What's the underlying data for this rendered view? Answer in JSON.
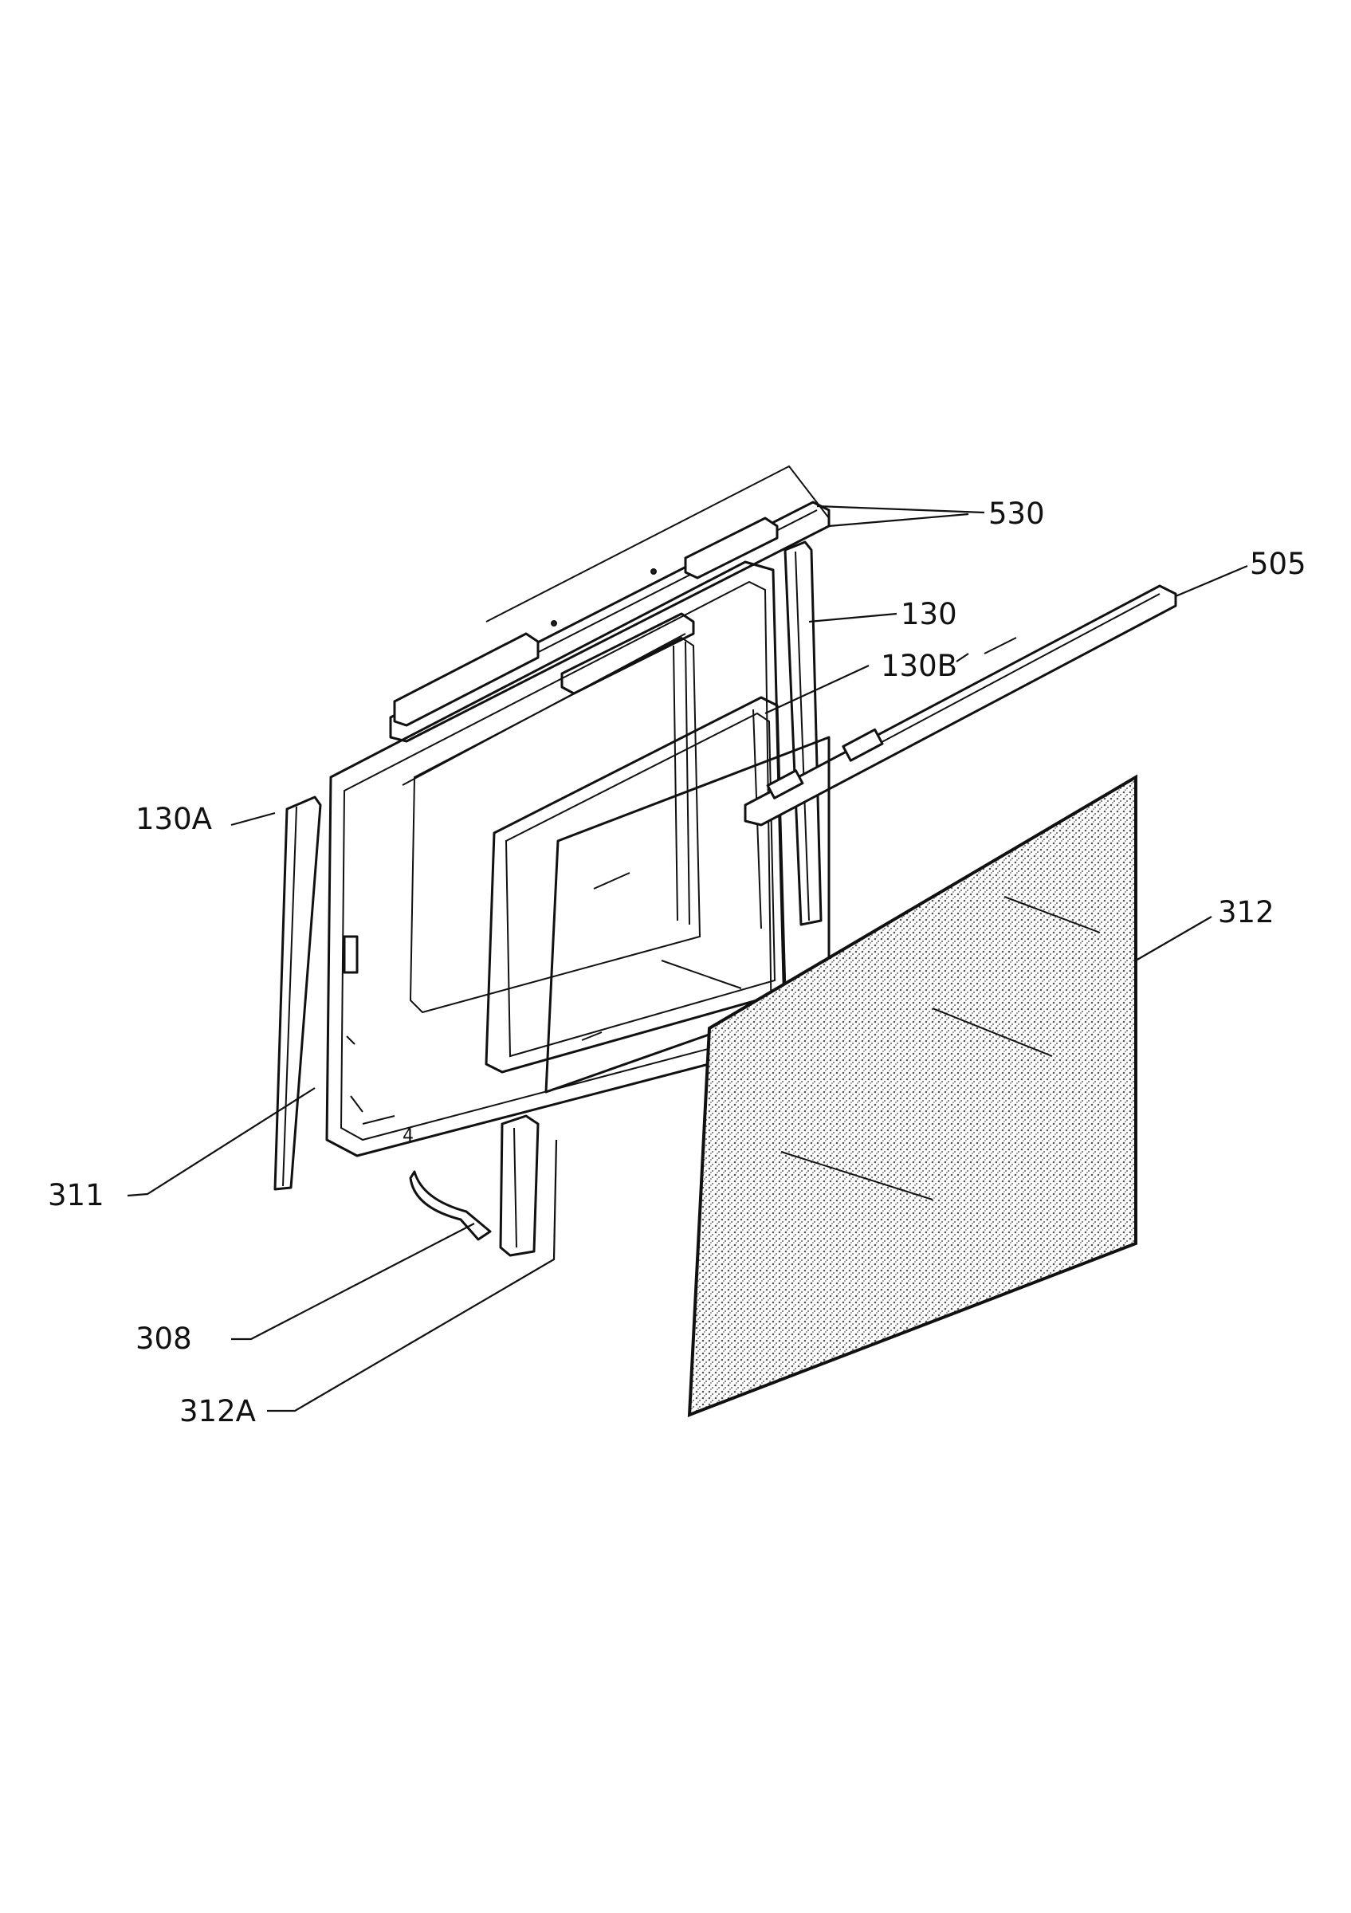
{
  "labels": {
    "l530": "530",
    "l505": "505",
    "l130": "130",
    "l130b": "130B",
    "l130a": "130A",
    "l312": "312",
    "l311": "311",
    "l308": "308",
    "l312a": "312A",
    "plate": "4"
  },
  "colors": {
    "line": "#111111",
    "glass_texture": "#8a8a8a",
    "background": "#ffffff"
  }
}
